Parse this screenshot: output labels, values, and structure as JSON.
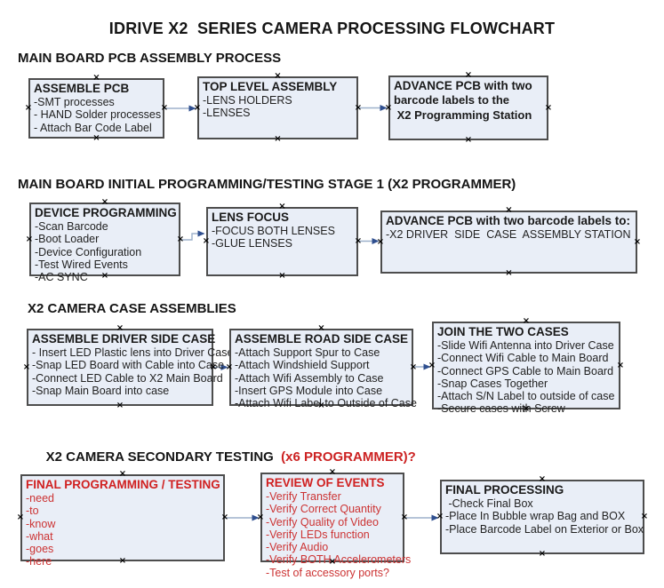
{
  "title": "IDRIVE X2  SERIES CAMERA PROCESSING FLOWCHART",
  "colors": {
    "background": "#ffffff",
    "box_fill": "#e9eef7",
    "box_border": "#4d4d4d",
    "arrow_line": "#9db1cb",
    "arrow_head": "#2f4f8f",
    "red_accent": "#cc2222"
  },
  "sections": [
    {
      "header": "MAIN BOARD PCB ASSEMBLY PROCESS",
      "boxes": [
        {
          "title": "ASSEMBLE PCB",
          "lines": [
            "-SMT processes",
            "- HAND Solder processes",
            "- Attach Bar Code Label"
          ]
        },
        {
          "title": "TOP LEVEL ASSEMBLY",
          "lines": [
            "-LENS HOLDERS",
            "-LENSES"
          ]
        },
        {
          "title": "ADVANCE PCB with two",
          "lines": [
            "barcode labels to the",
            " X2 Programming Station"
          ]
        }
      ]
    },
    {
      "header": "MAIN BOARD INITIAL PROGRAMMING/TESTING STAGE 1 (X2 PROGRAMMER)",
      "boxes": [
        {
          "title": "DEVICE PROGRAMMING",
          "lines": [
            "-Scan Barcode",
            "-Boot Loader",
            "-Device Configuration",
            "-Test Wired Events",
            "-AC SYNC"
          ]
        },
        {
          "title": "LENS FOCUS",
          "lines": [
            "-FOCUS BOTH LENSES",
            "-GLUE LENSES"
          ]
        },
        {
          "title": "ADVANCE PCB with two barcode labels to:",
          "lines": [
            "-X2 DRIVER  SIDE  CASE  ASSEMBLY STATION"
          ]
        }
      ]
    },
    {
      "header": "X2 CAMERA CASE ASSEMBLIES",
      "boxes": [
        {
          "title": "ASSEMBLE DRIVER SIDE CASE",
          "lines": [
            "- Insert LED Plastic lens into Driver Case",
            "-Snap LED Board with Cable into Case",
            "-Connect LED Cable to X2 Main Board",
            "-Snap Main Board into case"
          ]
        },
        {
          "title": "ASSEMBLE ROAD SIDE CASE",
          "lines": [
            "-Attach Support Spur to Case",
            "-Attach Windshield Support",
            "-Attach Wifi Assembly to Case",
            "-Insert GPS Module into Case",
            "-Attach Wifi Label to Outside of Case"
          ]
        },
        {
          "title": "JOIN THE TWO CASES",
          "lines": [
            "-Slide Wifi Antenna into Driver Case",
            "-Connect Wifi Cable to Main Board",
            "-Connect GPS Cable to Main Board",
            "-Snap Cases Together",
            "-Attach S/N Label to outside of case",
            "-Secure cases with Screw"
          ]
        }
      ]
    },
    {
      "header": "X2 CAMERA SECONDARY TESTING  ",
      "header_red": "(x6 PROGRAMMER)?",
      "boxes": [
        {
          "title": "FINAL PROGRAMMING / TESTING",
          "lines": [
            "-need",
            "-to",
            "-know",
            "-what",
            "-goes",
            "-here"
          ]
        },
        {
          "title": "REVIEW OF EVENTS",
          "lines": [
            "-Verify Transfer",
            "-Verify Correct Quantity",
            "-Verify Quality of Video",
            "-Verify LEDs function",
            "-Verify Audio",
            "-Verify BOTH Accelerometers",
            "-Test of accessory ports?"
          ]
        },
        {
          "title": "FINAL PROCESSING",
          "lines": [
            " -Check Final Box",
            "-Place In Bubble wrap Bag and BOX",
            "-Place Barcode Label on Exterior or Box"
          ]
        }
      ]
    }
  ]
}
